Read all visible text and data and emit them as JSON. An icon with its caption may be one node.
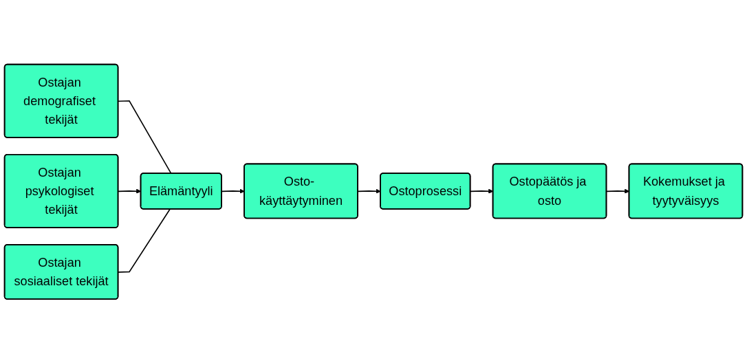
{
  "diagram": {
    "nodes": [
      {
        "text": [
          "Ostajan demografiset tekijät"
        ]
      },
      {
        "text": [
          "Ostajan psykologiset tekijät"
        ]
      },
      {
        "text": [
          "Ostajan sosiaaliset tekijät"
        ]
      },
      {
        "text": [
          "Elämäntyyli"
        ]
      },
      {
        "text": [
          "Osto- käyttäytyminen"
        ]
      },
      {
        "text": [
          "Ostoprosessi"
        ]
      },
      {
        "text": [
          "Ostopäätös ja osto"
        ]
      },
      {
        "text": [
          "Kokemukset ja tyytyväisyys"
        ]
      }
    ],
    "edges": [
      {
        "from": 0,
        "to": 3,
        "arrow": "none"
      },
      {
        "from": 1,
        "to": 3,
        "arrow": "to"
      },
      {
        "from": 2,
        "to": 3,
        "arrow": "none"
      },
      {
        "from": 3,
        "to": 4,
        "arrow": "to"
      },
      {
        "from": 4,
        "to": 5,
        "arrow": "to"
      },
      {
        "from": 5,
        "to": 6,
        "arrow": "to"
      },
      {
        "from": 6,
        "to": 7,
        "arrow": "to"
      }
    ]
  }
}
